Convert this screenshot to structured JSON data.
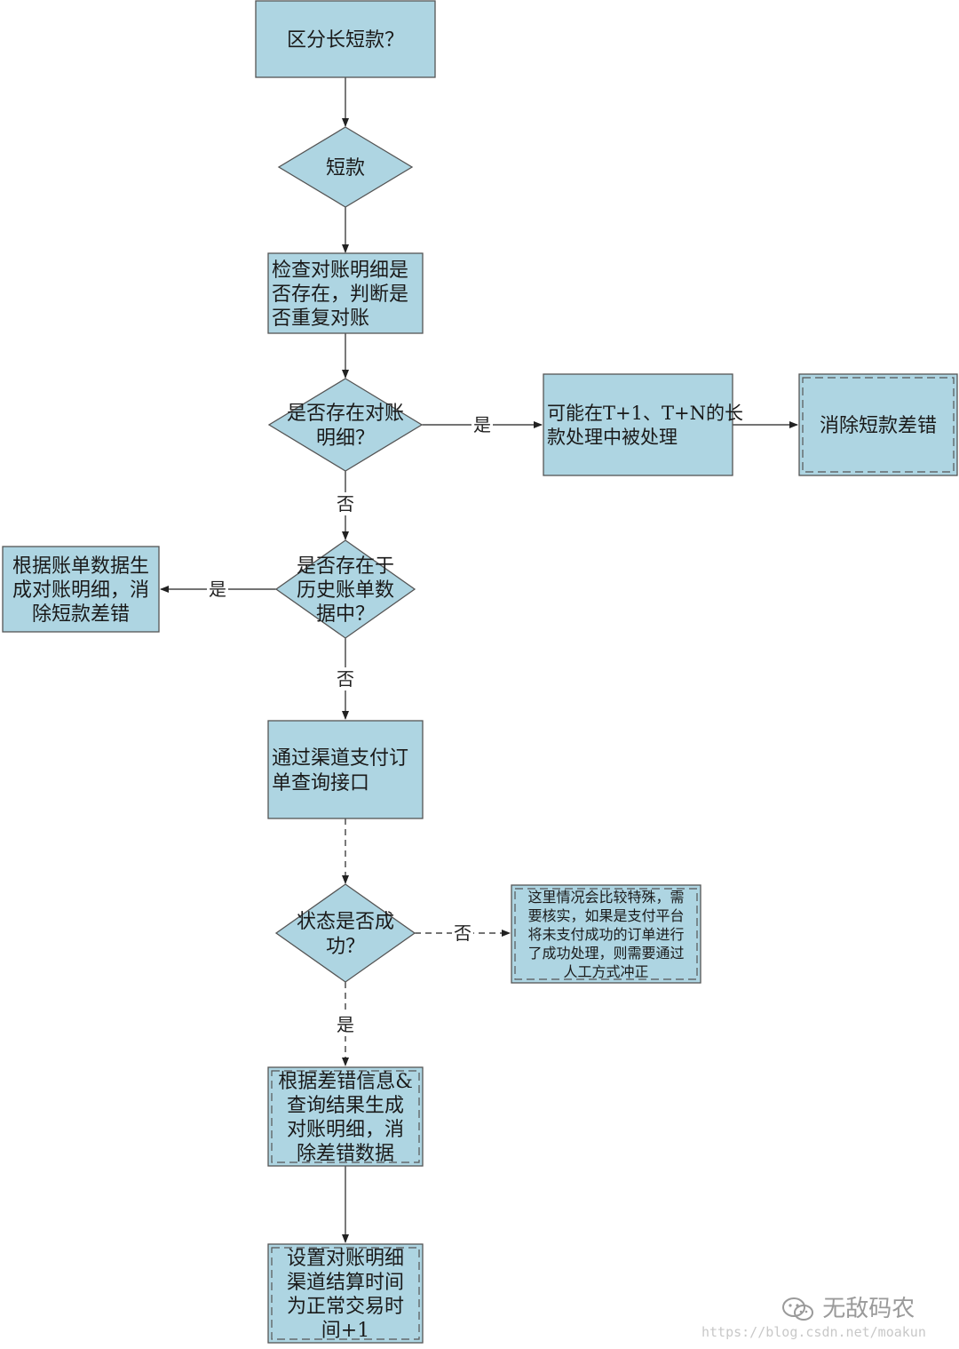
{
  "colors": {
    "fill": "#aed5e2",
    "stroke": "#555555",
    "arrow": "#222222"
  },
  "nodes": {
    "start": {
      "lines": [
        "区分长短款？"
      ]
    },
    "short": {
      "lines": [
        "短款"
      ]
    },
    "check": {
      "lines": [
        "检查对账明细是",
        "否存在，判断是",
        "否重复对账"
      ]
    },
    "exists": {
      "lines": [
        "是否存在对账",
        "明细？"
      ]
    },
    "maybe_processed": {
      "lines": [
        "可能在T+1、T+N的长",
        "款处理中被处理"
      ]
    },
    "eliminate": {
      "lines": [
        "消除短款差错"
      ]
    },
    "in_history": {
      "lines": [
        "是否存在于",
        "历史账单数",
        "据中？"
      ]
    },
    "generate_from_bill": {
      "lines": [
        "根据账单数据生",
        "成对账明细，消",
        "除短款差错"
      ]
    },
    "query_channel": {
      "lines": [
        "通过渠道支付订",
        "单查询接口"
      ]
    },
    "status_success": {
      "lines": [
        "状态是否成",
        "功？"
      ]
    },
    "special_note": {
      "lines": [
        "这里情况会比较特殊，需",
        "要核实，如果是支付平台",
        "将未支付成功的订单进行",
        "了成功处理，则需要通过",
        "人工方式冲正"
      ]
    },
    "generate_from_query": {
      "lines": [
        "根据差错信息&",
        "查询结果生成",
        "对账明细，消",
        "除差错数据"
      ]
    },
    "set_time": {
      "lines": [
        "设置对账明细",
        "渠道结算时间",
        "为正常交易时",
        "间+1"
      ]
    }
  },
  "edge_labels": {
    "exists_yes": "是",
    "exists_no": "否",
    "history_yes": "是",
    "history_no": "否",
    "status_no": "否",
    "status_yes": "是"
  },
  "footer": {
    "brand": "无敌码农",
    "brand_icon": "wechat-icon",
    "url": "https://blog.csdn.net/moakun"
  }
}
